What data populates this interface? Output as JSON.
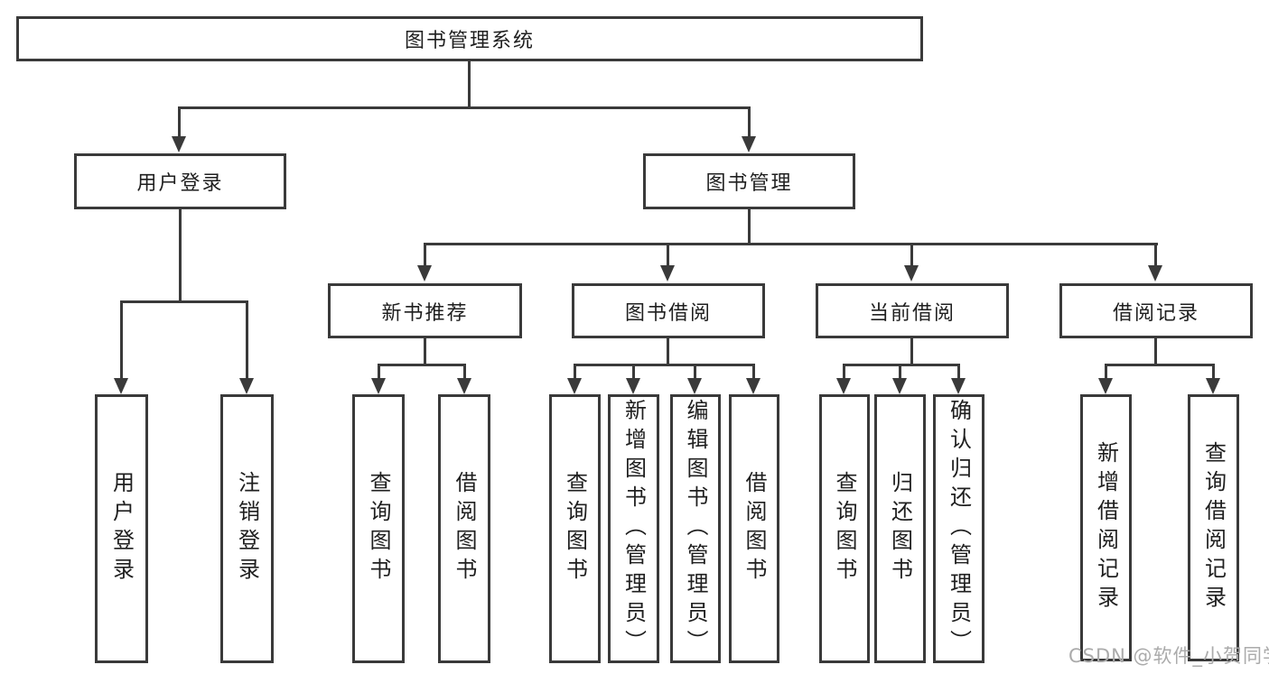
{
  "colors": {
    "line": "#3a3a3a",
    "text": "#1f1f1f",
    "watermark": "#ababab",
    "background": "#ffffff"
  },
  "diagram": {
    "root": "图书管理系统",
    "level1": [
      "用户登录",
      "图书管理"
    ],
    "level2": [
      "新书推荐",
      "图书借阅",
      "当前借阅",
      "借阅记录"
    ],
    "leaves": {
      "user_login": [
        "用户登录",
        "注销登录"
      ],
      "new_books": [
        "查询图书",
        "借阅图书"
      ],
      "book_borrow": [
        "查询图书",
        "新增图书（管理员）",
        "编辑图书（管理员）",
        "借阅图书"
      ],
      "current_borrow": [
        "查询图书",
        "归还图书",
        "确认归还（管理员）"
      ],
      "borrow_records": [
        "新增借阅记录",
        "查询借阅记录"
      ]
    }
  },
  "watermark": "CSDN @软件_小贺同学"
}
